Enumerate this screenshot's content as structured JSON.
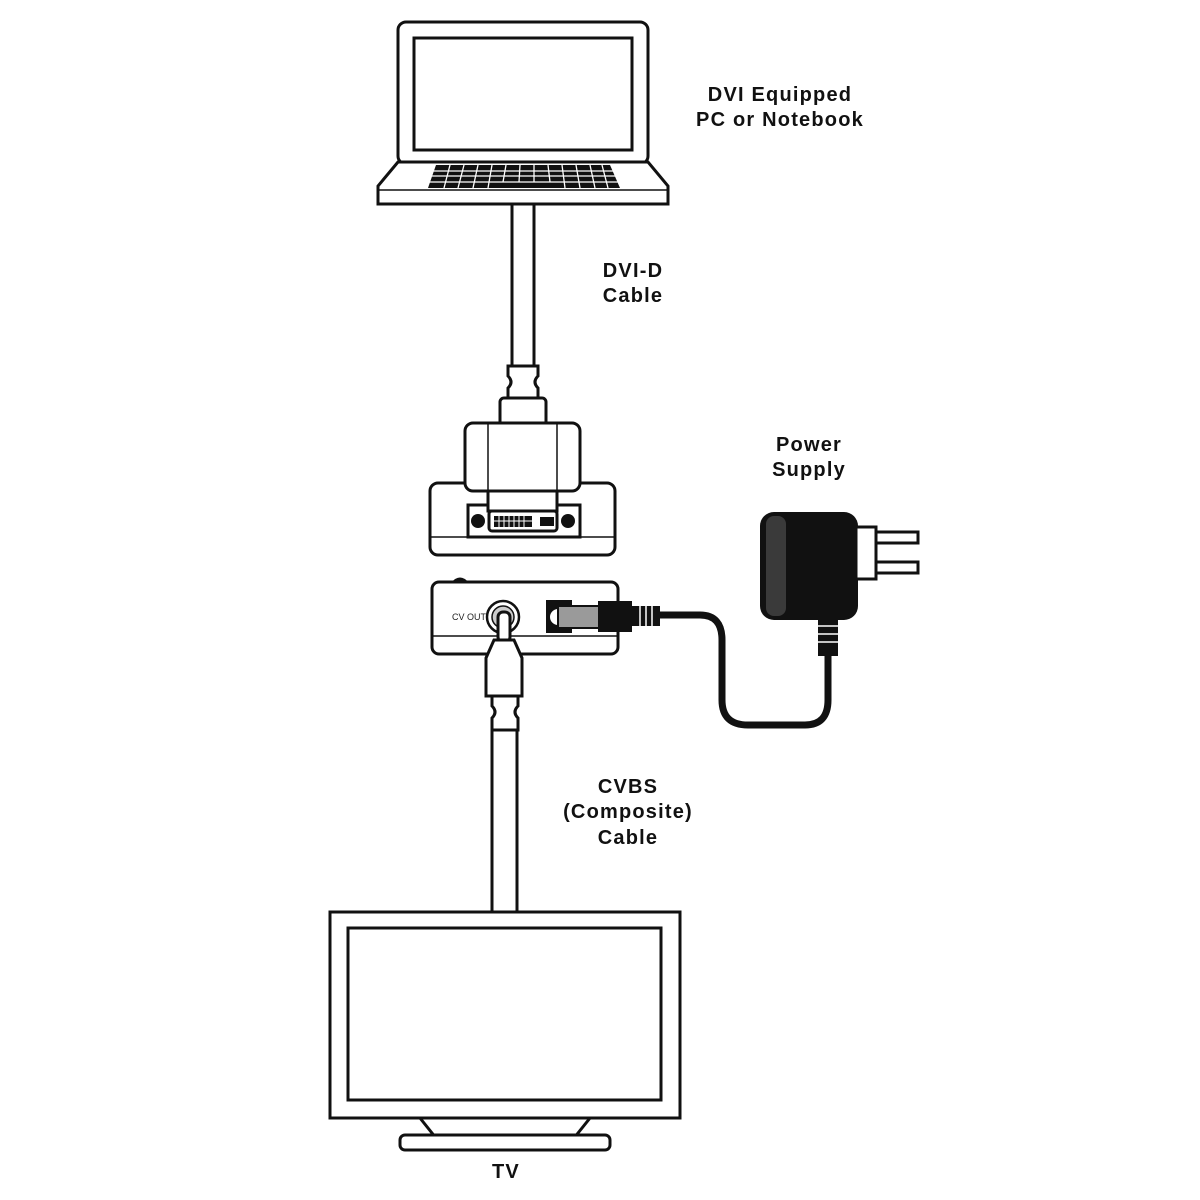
{
  "labels": {
    "pc_line1": "DVI Equipped",
    "pc_line2": "PC or Notebook",
    "dvi_cable_line1": "DVI-D",
    "dvi_cable_line2": "Cable",
    "power_line1": "Power",
    "power_line2": "Supply",
    "cvbs_line1": "CVBS",
    "cvbs_line2": "(Composite)",
    "cvbs_line3": "Cable",
    "tv": "TV",
    "cv_out_port": "CV OUT"
  },
  "colors": {
    "line": "#111111",
    "background": "#ffffff",
    "plug_silver": "#9a9a9a"
  }
}
